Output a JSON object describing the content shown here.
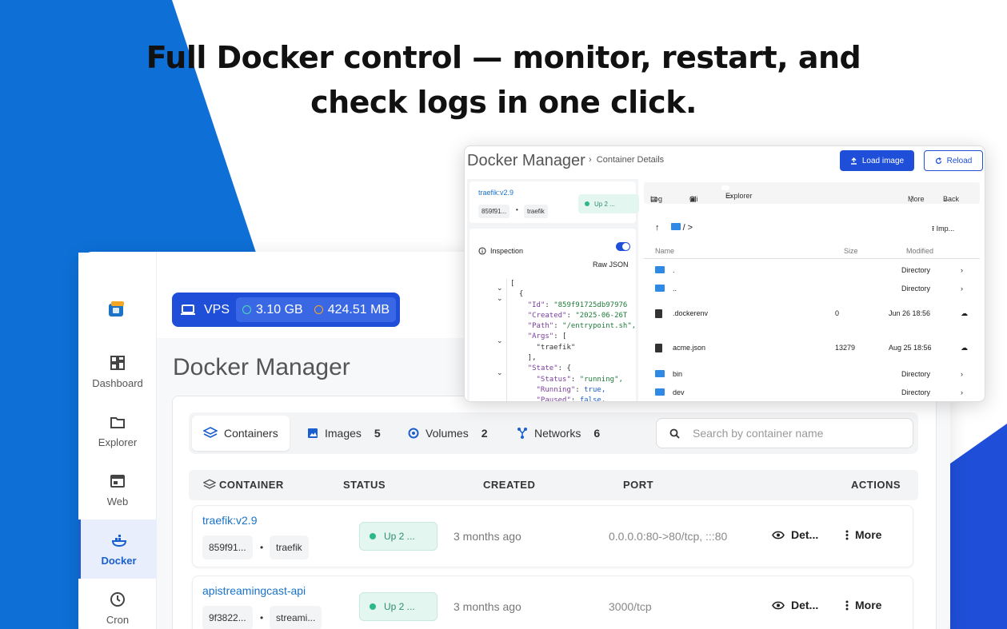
{
  "headline": [
    "Full Docker control — monitor, restart, and",
    "check logs in one click."
  ],
  "colors": {
    "brand": "#1f4fd8",
    "bg_blue": "#0e6fd6",
    "status_green": "#2eb88a",
    "link": "#1a73c7"
  },
  "sidebar": {
    "logo_icon": "docker-app-logo",
    "items": [
      {
        "label": "Dashboard",
        "icon": "grid-icon"
      },
      {
        "label": "Explorer",
        "icon": "folder-icon"
      },
      {
        "label": "Web",
        "icon": "browser-icon"
      },
      {
        "label": "Docker",
        "icon": "docker-icon",
        "active": true
      },
      {
        "label": "Cron",
        "icon": "clock-icon"
      }
    ]
  },
  "vps": {
    "label": "VPS",
    "disk": "3.10 GB",
    "memory": "424.51 MB"
  },
  "page_title": "Docker Manager",
  "tabs": [
    {
      "label": "Containers",
      "count": ""
    },
    {
      "label": "Images",
      "count": "5"
    },
    {
      "label": "Volumes",
      "count": "2"
    },
    {
      "label": "Networks",
      "count": "6"
    }
  ],
  "search": {
    "placeholder": "Search by container name"
  },
  "table": {
    "headers": [
      "CONTAINER",
      "STATUS",
      "CREATED",
      "PORT",
      "ACTIONS"
    ],
    "rows": [
      {
        "name": "traefik:v2.9",
        "id": "859f91...",
        "short": "traefik",
        "status": "Up 2 ...",
        "created": "3 months ago",
        "port": "0.0.0.0:80->80/tcp, :::80",
        "details": "Det...",
        "more": "More"
      },
      {
        "name": "apistreamingcast-api",
        "id": "9f3822...",
        "short": "streami...",
        "status": "Up 2 ...",
        "created": "3 months ago",
        "port": "3000/tcp",
        "details": "Det...",
        "more": "More"
      }
    ],
    "dot": "•"
  },
  "detail": {
    "title": "Docker Manager",
    "crumb": "Container Details",
    "load_image": "Load image",
    "reload": "Reload",
    "container": {
      "name": "traefik:v2.9",
      "id": "859f91...",
      "short": "traefik",
      "status": "Up 2 ...",
      "dot": "•"
    },
    "inspection": "Inspection",
    "raw_json": "Raw JSON",
    "tabs": {
      "log": "Log",
      "cli": "Cli",
      "explorer": "Explorer",
      "more": "More",
      "back": "Back"
    },
    "path": "/ >",
    "import": "Imp...",
    "file_headers": {
      "name": "Name",
      "size": "Size",
      "modified": "Modified"
    },
    "files": [
      {
        "name": ".",
        "type": "folder",
        "size": "",
        "modified": "Directory"
      },
      {
        "name": "..",
        "type": "folder",
        "size": "",
        "modified": "Directory"
      },
      {
        "name": ".dockerenv",
        "type": "file",
        "size": "0",
        "modified": "Jun 26 18:56"
      },
      {
        "name": "acme.json",
        "type": "file",
        "size": "13279",
        "modified": "Aug 25 18:56"
      },
      {
        "name": "bin",
        "type": "folder",
        "size": "",
        "modified": "Directory"
      },
      {
        "name": "dev",
        "type": "folder",
        "size": "",
        "modified": "Directory"
      }
    ],
    "json_lines": [
      "[",
      "  {",
      "    \"Id\": \"859f91725db97976",
      "    \"Created\": \"2025-06-26T",
      "    \"Path\": \"/entrypoint.sh\",",
      "    \"Args\": [",
      "      \"traefik\"",
      "    ],",
      "    \"State\": {",
      "      \"Status\": \"running\",",
      "      \"Running\": true,",
      "      \"Paused\": false,"
    ]
  }
}
